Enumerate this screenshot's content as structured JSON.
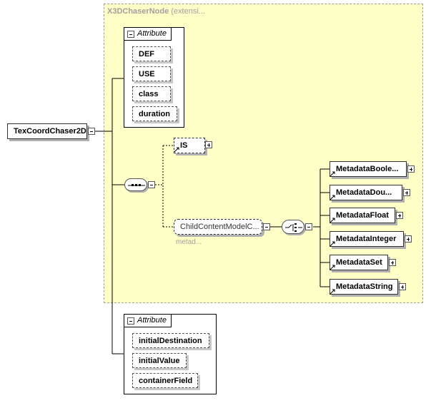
{
  "root": {
    "label": "TexCoordChaser2D"
  },
  "extension": {
    "title": "X3DChaserNode",
    "subtitle": "(extensi..."
  },
  "attr_group_top": {
    "header": "Attribute",
    "items": [
      "DEF",
      "USE",
      "class",
      "duration"
    ]
  },
  "attr_group_bottom": {
    "header": "Attribute",
    "items": [
      "initialDestination",
      "initialValue",
      "containerField"
    ]
  },
  "is_element": {
    "label": "IS"
  },
  "child_content": {
    "label": "ChildContentModelC...",
    "caption": "metad..."
  },
  "metadata_elements": [
    "MetadataBoole...",
    "MetadataDou...",
    "MetadataFloat",
    "MetadataInteger",
    "MetadataSet",
    "MetadataString"
  ],
  "colors": {
    "extension_bg": "#ffffc8",
    "extension_border": "#a0a0a0"
  }
}
